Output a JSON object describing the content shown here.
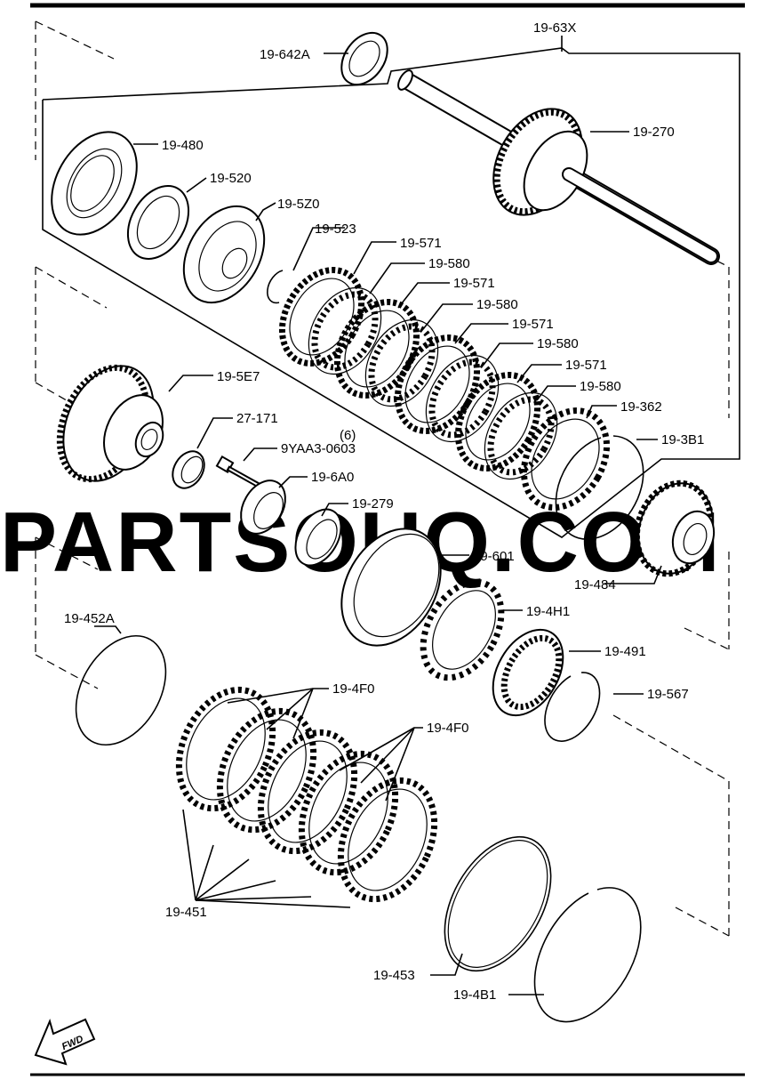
{
  "watermark": "PARTSOUQ.COM",
  "fwd_label": "FWD",
  "labels": {
    "l_19_63x": "19-63X",
    "l_19_642a": "19-642A",
    "l_19_270": "19-270",
    "l_19_480": "19-480",
    "l_19_520": "19-520",
    "l_19_5z0": "19-5Z0",
    "l_19_523": "19-523",
    "l_19_571_a": "19-571",
    "l_19_580_a": "19-580",
    "l_19_571_b": "19-571",
    "l_19_580_b": "19-580",
    "l_19_571_c": "19-571",
    "l_19_580_c": "19-580",
    "l_19_571_d": "19-571",
    "l_19_580_d": "19-580",
    "l_19_362": "19-362",
    "l_19_3b1": "19-3B1",
    "l_19_5e7": "19-5E7",
    "l_27_171": "27-171",
    "l_9yaa3": "9YAA3-0603",
    "l_qty6": "(6)",
    "l_19_6a0": "19-6A0",
    "l_19_279": "19-279",
    "l_19_601": "19-601",
    "l_19_484": "19-484",
    "l_19_4h1": "19-4H1",
    "l_19_452a": "19-452A",
    "l_19_491": "19-491",
    "l_19_567": "19-567",
    "l_19_4f0_a": "19-4F0",
    "l_19_4f0_b": "19-4F0",
    "l_19_451": "19-451",
    "l_19_453": "19-453",
    "l_19_4b1": "19-4B1"
  }
}
